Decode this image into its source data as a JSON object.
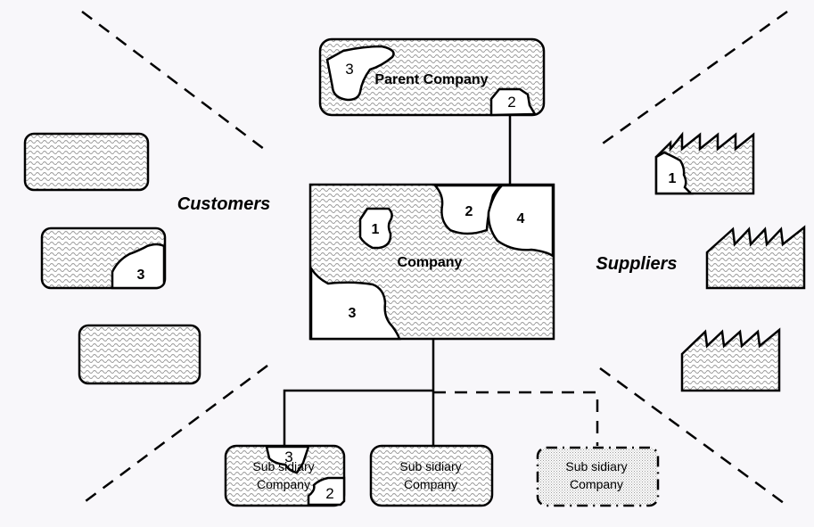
{
  "diagram": {
    "title": "Company relationships: parent, subsidiaries, customers and suppliers",
    "colors": {
      "background": "#f8f7fa",
      "stroke": "#000000",
      "fill_pattern": "#9a9a9a",
      "fill_pattern_bg": "#ffffff"
    },
    "groups": {
      "customers_label": "Customers",
      "suppliers_label": "Suppliers"
    },
    "parent": {
      "label": "Parent Company",
      "regions": [
        "3",
        "2"
      ]
    },
    "company": {
      "label": "Company",
      "regions": [
        "1",
        "2",
        "4",
        "3"
      ]
    },
    "customers": [
      {
        "region": null
      },
      {
        "region": "3"
      },
      {
        "region": null
      }
    ],
    "suppliers": [
      {
        "region": "1"
      },
      {
        "region": null
      },
      {
        "region": null
      }
    ],
    "subsidiaries": [
      {
        "line1": "Sub sidiary",
        "line2": "Company",
        "regions": [
          "3",
          "2"
        ],
        "relation": "solid"
      },
      {
        "line1": "Sub sidiary",
        "line2": "Company",
        "regions": [],
        "relation": "solid"
      },
      {
        "line1": "Sub sidiary",
        "line2": "Company",
        "regions": [],
        "relation": "dashed"
      }
    ]
  }
}
